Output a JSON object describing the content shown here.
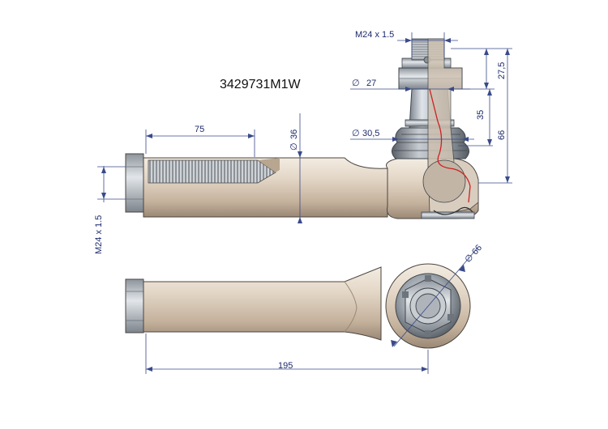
{
  "drawing": {
    "part_number": "3429731M1W",
    "dimensions": {
      "stud_thread": "M24 x 1.5",
      "stud_dia": "27",
      "boot_dia": "30,5",
      "stud_height_top": "27,5",
      "stud_height_mid": "35",
      "stud_height_total": "66",
      "thread_length": "75",
      "shank_dia": "36",
      "shank_thread": "M24 x 1.5",
      "eye_dia": "66",
      "overall_length": "195"
    },
    "symbols": {
      "diameter": "∅"
    },
    "colors": {
      "body_light": "#e8ddd0",
      "body_mid": "#c9b8a5",
      "body_dark": "#8f7f6e",
      "metal_light": "#d8dde3",
      "metal_dark": "#6d747c",
      "section_red": "#cc2222",
      "dim_blue": "#1c2a6b"
    }
  }
}
